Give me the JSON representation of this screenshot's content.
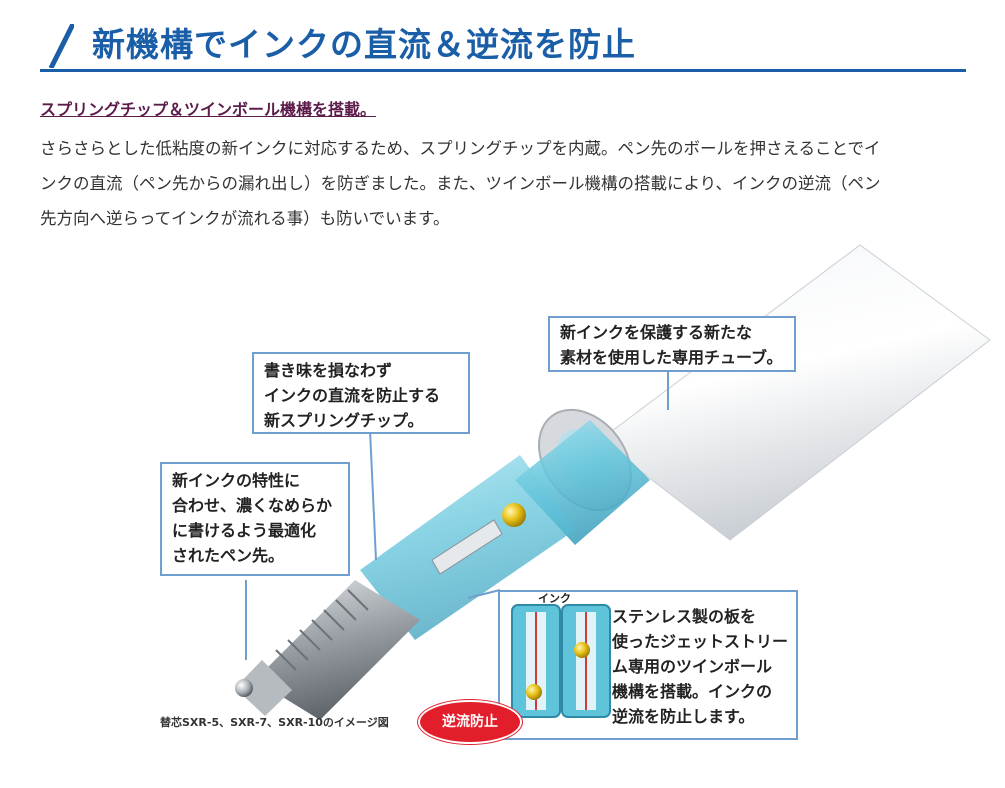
{
  "header": {
    "title": "新機構でインクの直流＆逆流を防止"
  },
  "intro": {
    "subheading": "スプリングチップ＆ツインボール機構を搭載。",
    "lines": [
      "さらさらとした低粘度の新インクに対応するため、スプリングチップを内蔵。ペン先のボールを押さえることでイ",
      "ンクの直流（ペン先からの漏れ出し）を防ぎました。また、ツインボール機構の搭載により、インクの逆流（ペン",
      "先方向へ逆らってインクが流れる事）も防いでいます。"
    ]
  },
  "callouts": {
    "tube": [
      "新インクを保護する新たな",
      "素材を使用した専用チューブ。"
    ],
    "spring": [
      "書き味を損なわず",
      "インクの直流を防止する",
      "新スプリングチップ。"
    ],
    "tip": [
      "新インクの特性に",
      "合わせ、濃くなめらか",
      "に書けるよう最適化",
      "されたペン先。"
    ],
    "twinball": [
      "ステンレス製の板を",
      "使ったジェットストリー",
      "ム専用のツインボール",
      "機構を搭載。インクの",
      "逆流を防止します。"
    ]
  },
  "ink_label": "インク",
  "badge": "逆流防止",
  "caption": "替芯SXR-5、SXR-7、SXR-10のイメージ図",
  "colors": {
    "title_blue": "#1b5ea8",
    "subheading_purple": "#5c1c4a",
    "callout_border": "#6f9fcf",
    "badge_red": "#e21e2a",
    "tube_cyan": "#5fc3da"
  }
}
